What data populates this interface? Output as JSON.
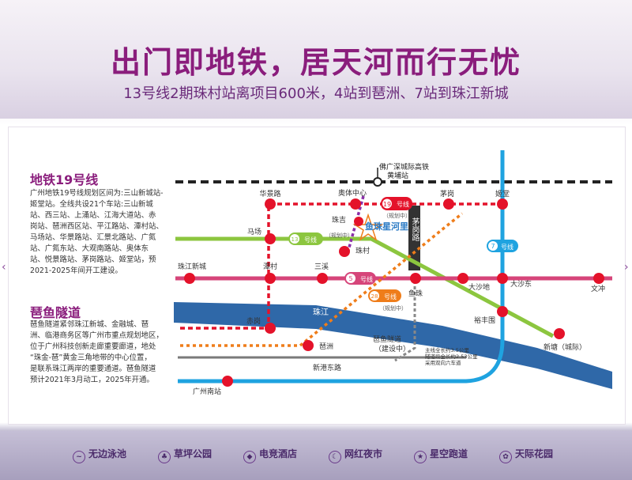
{
  "header": {
    "title": "出门即地铁，居天河而行无忧",
    "subtitle": "13号线2期珠村站离项目600米，4站到琶洲、7站到珠江新城"
  },
  "left": {
    "metro_heading": "地铁19号线",
    "metro_text": "广州地铁19号线规划区间为:三山新城站-\n姬堂站。全线共设21个车站:三山新城\n站、西三站、上涌站、江海大道站、赤\n岗站、琶洲西区站、平江路站、潭村站、\n马场站、华景路站、汇景北路站、广氮\n站、广氮东站、大观南路站、奥体东\n站、悦景路站、茅岗路站、姬堂站，预\n2021-2025年间开工建设。",
    "tunnel_heading": "琶鱼隧道",
    "tunnel_text": "琶鱼隧道紧邻珠江新城、金融城、琶\n洲、临港商务区等广州市重点规划地区，\n位于广州科技创新走廊重要廊道，地处\n“珠金-琶”黄金三角地带的中心位置，\n是联系珠江两岸的重要通道。琶鱼隧道\n预计2021年3月动工，2025年开通。"
  },
  "map": {
    "hsr_label": "佛广深城际高铁",
    "hsr_station": "黄埔站",
    "line19_badge": "19",
    "line19_text": "号线",
    "line19_note": "（规划中）",
    "line13_badge": "13",
    "line13_text": "号线",
    "line7_badge": "7",
    "line7_text": "号线",
    "line5_badge": "5",
    "line5_text": "号线",
    "line28_badge": "28",
    "line28_text": "号线",
    "line28_note": "（规划中）",
    "xiaojiao_note": "（规划中）",
    "road_label": "茅岗路",
    "river_label": "珠江",
    "project_name": "鱼珠星河里",
    "tunnel_label": "琶鱼隧道",
    "tunnel_note": "（建设中）",
    "tunnel_specs": "主线全长约3.5公里\n隧道段全长约2.53公里\n采用双向六车道",
    "road2_label": "新港东路",
    "stations": {
      "huajing": "华景路",
      "aoti": "奥体中心",
      "maogang": "茅岗",
      "jitang": "姬堂",
      "zhuji": "珠吉",
      "machang": "马场",
      "zhucun": "珠村",
      "zjxc": "珠江新城",
      "tancun": "潭村",
      "sanxi": "三溪",
      "yuzhu": "鱼珠",
      "dashadi": "大沙地",
      "dashadong": "大沙东",
      "wenchong": "文冲",
      "yufengwei": "裕丰围",
      "chigang": "赤岗",
      "pazhou": "琶洲",
      "xintang": "新塘（城际）",
      "gznan": "广州南站"
    }
  },
  "footer": {
    "items": [
      {
        "icon": "pool-icon",
        "label": "无边泳池"
      },
      {
        "icon": "lawn-icon",
        "label": "草坪公园"
      },
      {
        "icon": "esports-icon",
        "label": "电竞酒店"
      },
      {
        "icon": "nightmarket-icon",
        "label": "网红夜市"
      },
      {
        "icon": "track-icon",
        "label": "星空跑道"
      },
      {
        "icon": "garden-icon",
        "label": "天际花园"
      }
    ]
  },
  "colors": {
    "title": "#8a1d7c",
    "line19": "#e4122a",
    "line13": "#8cc63f",
    "line7": "#1fa3e0",
    "line5": "#d6457a",
    "line28": "#ef7d1a",
    "river": "#2f68a8",
    "xiaojiao": "#8a2fa8"
  }
}
